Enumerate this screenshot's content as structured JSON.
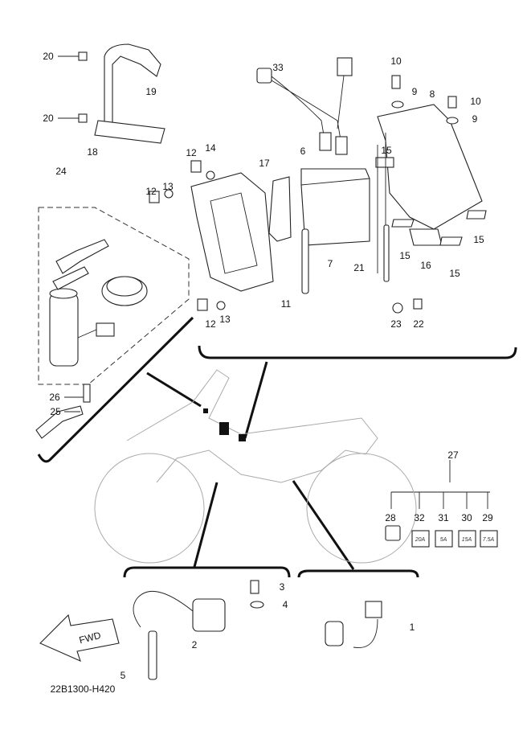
{
  "callouts": [
    "20",
    "19",
    "20",
    "18",
    "24",
    "12",
    "14",
    "12",
    "13",
    "17",
    "6",
    "33",
    "10",
    "9",
    "8",
    "10",
    "9",
    "15",
    "15",
    "7",
    "21",
    "15",
    "16",
    "15",
    "11",
    "12",
    "13",
    "23",
    "22",
    "26",
    "25",
    "27",
    "28",
    "32",
    "31",
    "30",
    "29",
    "3",
    "4",
    "2",
    "1",
    "5"
  ],
  "fuse_ratings": [
    "20A",
    "5A",
    "15A",
    "7.5A"
  ],
  "fwd_label": "FWD",
  "diagram_code": "22B1300-H420"
}
